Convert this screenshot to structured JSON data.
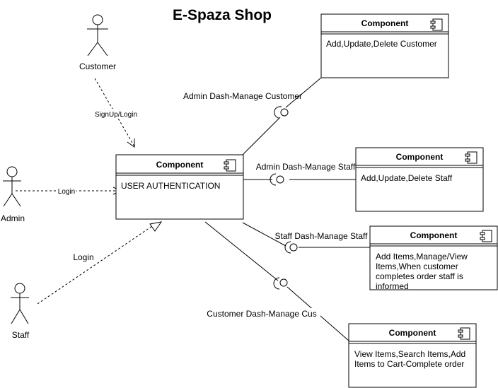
{
  "title": "E-Spaza Shop",
  "actors": {
    "customer": "Customer",
    "admin": "Admin",
    "staff": "Staff"
  },
  "components": {
    "auth": {
      "header": "Component",
      "lines": [
        "USER AUTHENTICATION"
      ]
    },
    "customer_mgmt": {
      "header": "Component",
      "lines": [
        "Add,Update,Delete Customer"
      ]
    },
    "staff_mgmt": {
      "header": "Component",
      "lines": [
        "Add,Update,Delete Staff"
      ]
    },
    "items_mgmt": {
      "header": "Component",
      "lines": [
        "Add Items,Manage/View",
        "Items,When customer",
        "completes order staff is",
        "informed"
      ]
    },
    "shopping": {
      "header": "Component",
      "lines": [
        "View Items,Search Items,Add",
        "Items to Cart-Complete order"
      ]
    }
  },
  "connectors": {
    "customer_signup": "SignUp/Login",
    "admin_login": "Login",
    "staff_login": "Login",
    "admin_customer": "Admin Dash-Manage Customer",
    "admin_staff": "Admin Dash-Manage Staff",
    "staff_items": "Staff Dash-Manage Staff",
    "customer_shopping": "Customer Dash-Manage Cus"
  }
}
